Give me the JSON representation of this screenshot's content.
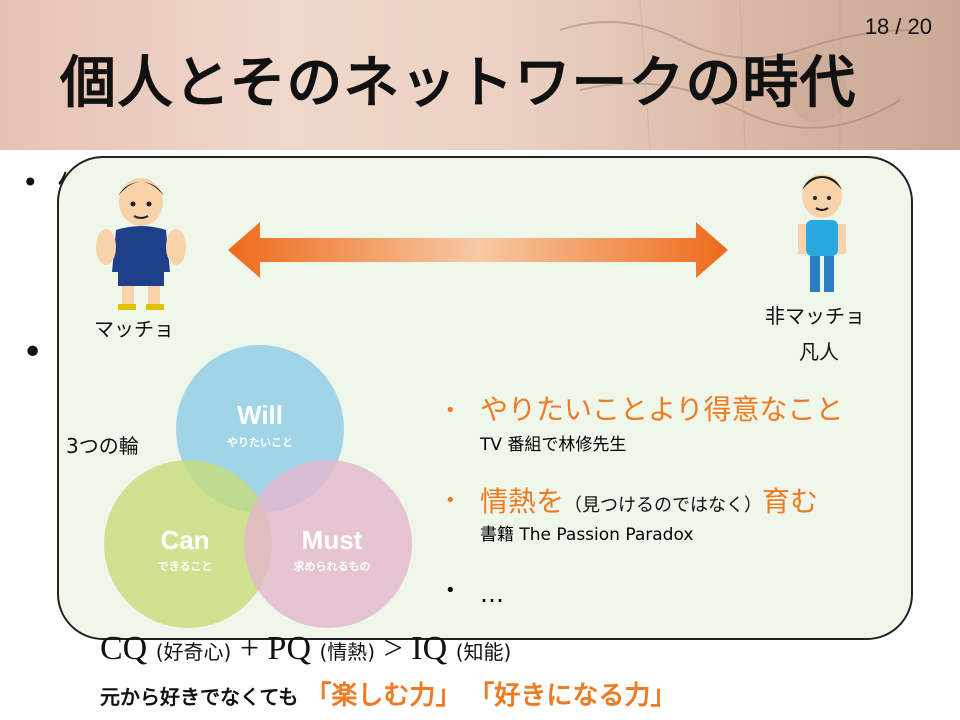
{
  "header": {
    "page_number": "18 / 20",
    "title": "個人とそのネットワークの時代"
  },
  "background": {
    "bullet1_fragment": "個",
    "bullet2_fragment": ""
  },
  "overlay": {
    "left_figure_label": "マッチョ",
    "right_figure_label_1": "非マッチョ",
    "right_figure_label_2": "凡人",
    "venn_caption": "3つの輪",
    "venn": {
      "will_title": "Will",
      "will_sub": "やりたいこと",
      "can_title": "Can",
      "can_sub": "できること",
      "must_title": "Must",
      "must_sub": "求められるもの"
    },
    "list": [
      {
        "main": "やりたいことより得意なこと",
        "sub": "TV 番組で林修先生"
      },
      {
        "main_a": "情熱を",
        "paren": "（見つけるのではなく）",
        "main_b": "育む",
        "sub": "書籍 The Passion Paradox"
      },
      {
        "main": "…"
      }
    ],
    "bullet_char": "•"
  },
  "bottom": {
    "formula_cq": "CQ",
    "formula_cq_note": "(好奇心)",
    "formula_plus": "+",
    "formula_pq": "PQ",
    "formula_pq_note": "(情熱)",
    "formula_gt": ">",
    "formula_iq": "IQ",
    "formula_iq_note": "(知能)",
    "line2_prefix": "元から好きでなくても",
    "line2_q1": "「楽しむ力」",
    "line2_q2": "「好きになる力」"
  },
  "colors": {
    "accent_orange": "#ee7a22",
    "will_circle": "#8ecae6",
    "can_circle": "#c5dc7a",
    "must_circle": "#e3b6cc"
  }
}
